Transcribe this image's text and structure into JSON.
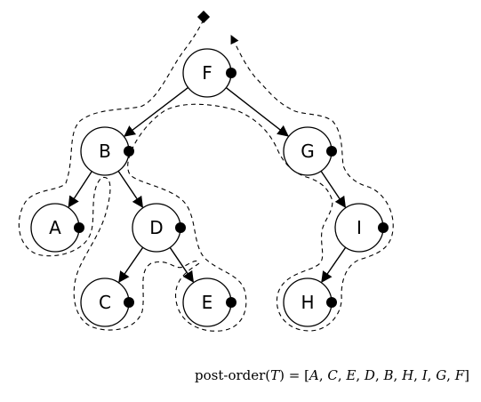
{
  "diagram": {
    "nodes": [
      {
        "id": "F",
        "label": "F"
      },
      {
        "id": "B",
        "label": "B"
      },
      {
        "id": "G",
        "label": "G"
      },
      {
        "id": "A",
        "label": "A"
      },
      {
        "id": "D",
        "label": "D"
      },
      {
        "id": "I",
        "label": "I"
      },
      {
        "id": "C",
        "label": "C"
      },
      {
        "id": "E",
        "label": "E"
      },
      {
        "id": "H",
        "label": "H"
      }
    ],
    "edges": [
      [
        "F",
        "B"
      ],
      [
        "F",
        "G"
      ],
      [
        "B",
        "A"
      ],
      [
        "B",
        "D"
      ],
      [
        "D",
        "C"
      ],
      [
        "D",
        "E"
      ],
      [
        "G",
        "I"
      ],
      [
        "I",
        "H"
      ]
    ]
  },
  "caption": {
    "prefix": "post-order(",
    "var": "T",
    "mid": ") = [",
    "items": [
      "A",
      "C",
      "E",
      "D",
      "B",
      "H",
      "I",
      "G",
      "F"
    ],
    "suffix": "]"
  }
}
